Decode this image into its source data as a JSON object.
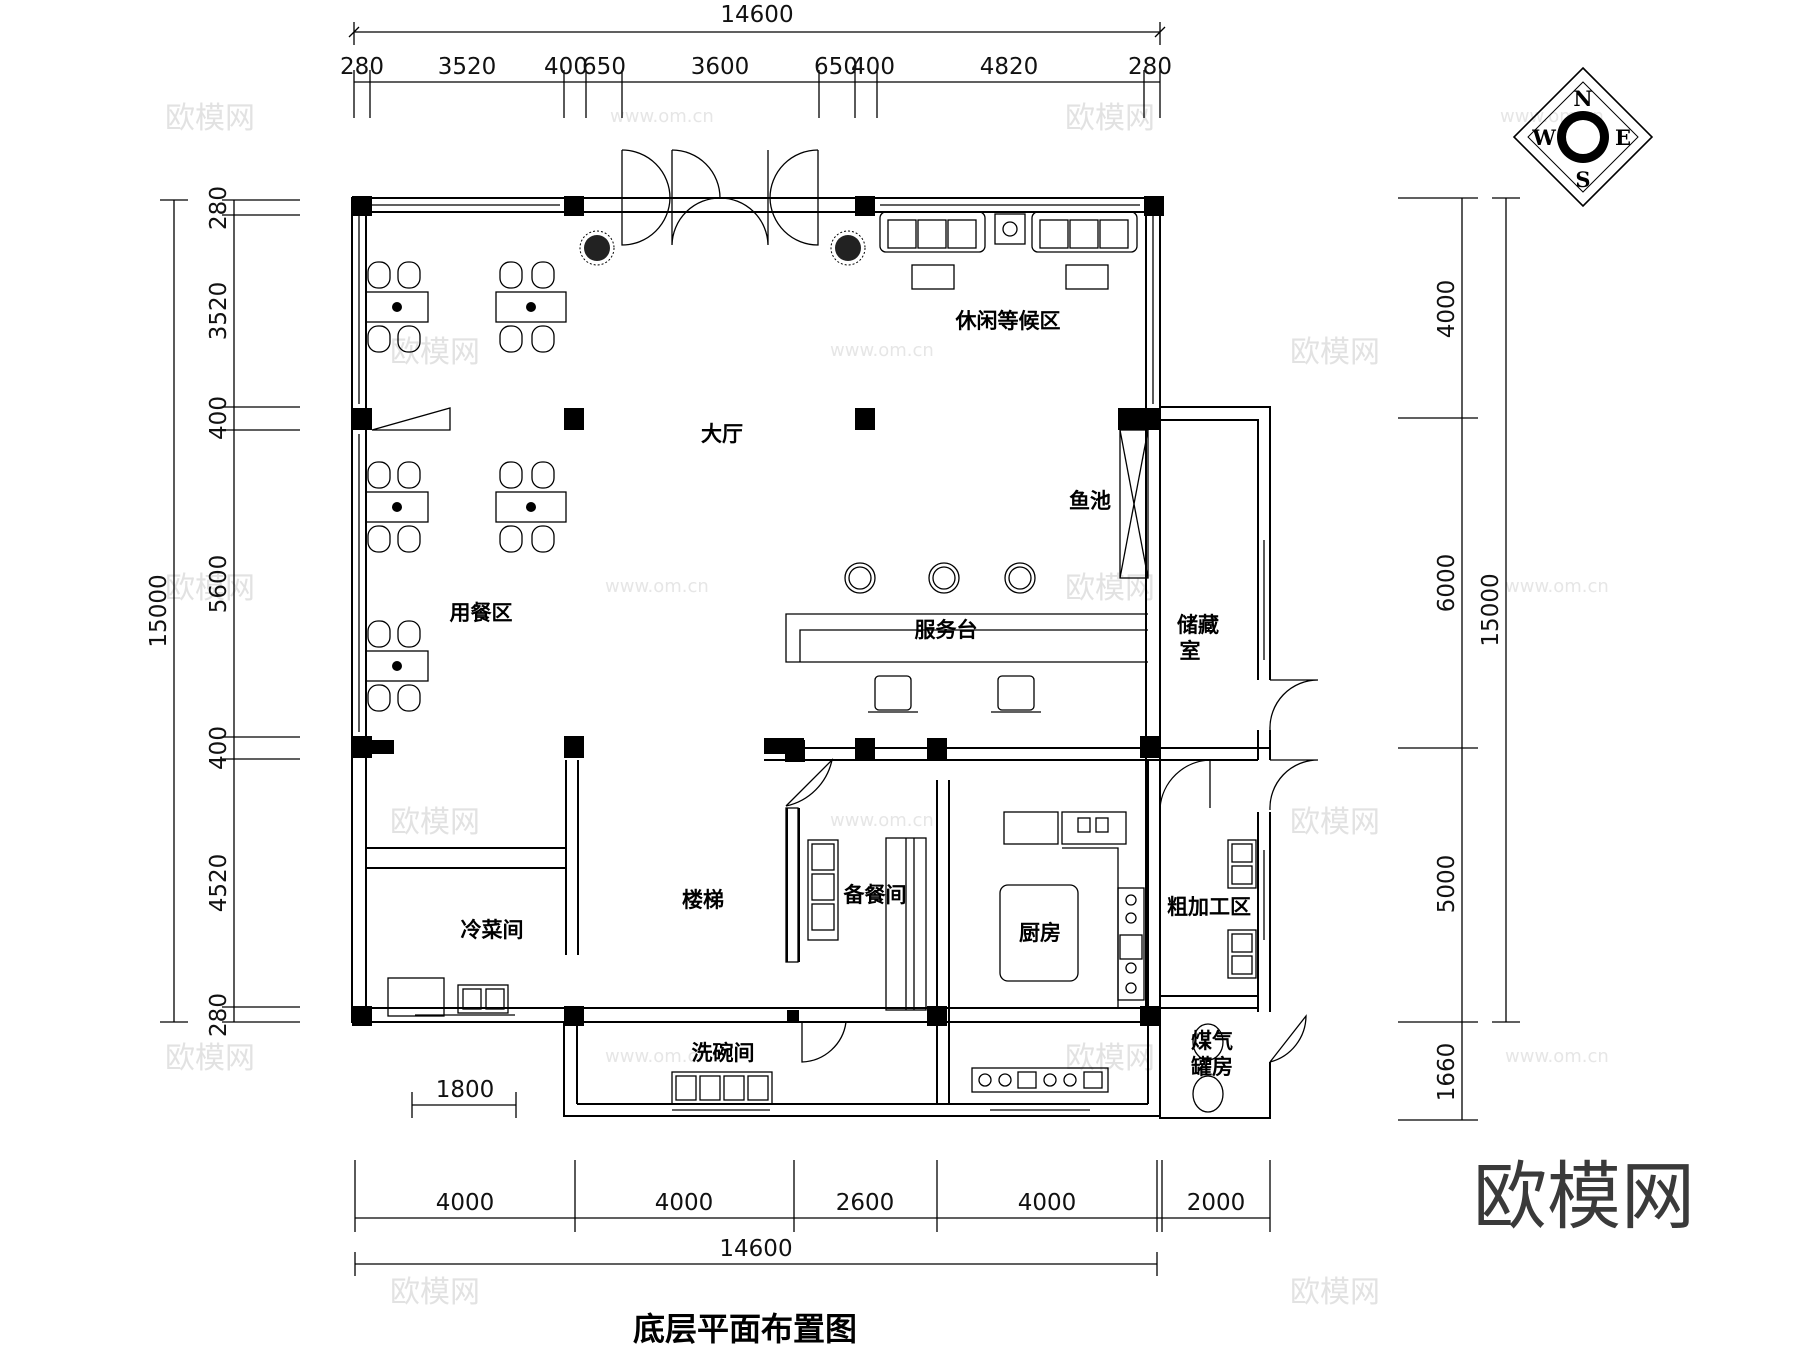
{
  "drawing": {
    "title": "底层平面布置图",
    "logo_text": "欧模网",
    "watermark_text": "欧模网",
    "watermark_url": "www.om.cn"
  },
  "compass": {
    "n": "N",
    "e": "E",
    "s": "S",
    "w": "W"
  },
  "rooms": {
    "lounge": "休闲等候区",
    "lobby": "大厅",
    "dining": "用餐区",
    "fishpond": "鱼池",
    "service": "服务台",
    "storage_1": "储藏",
    "storage_2": "室",
    "cold_dish": "冷菜间",
    "stairs": "楼梯",
    "pantry": "备餐间",
    "kitchen": "厨房",
    "rough_processing": "粗加工区",
    "dishwashing": "洗碗间",
    "gas_1": "煤气",
    "gas_2": "罐房"
  },
  "dimensions": {
    "top_total": "14600",
    "top_segments": [
      "280",
      "3520",
      "400",
      "650",
      "3600",
      "650",
      "400",
      "4820",
      "280"
    ],
    "left_total": "15000",
    "left_segments": [
      "280",
      "3520",
      "400",
      "5600",
      "400",
      "4520",
      "280"
    ],
    "right_total": "15000",
    "right_segments": [
      "4000",
      "6000",
      "5000",
      "1660"
    ],
    "bottom_segments": [
      "4000",
      "4000",
      "2600",
      "4000",
      "2000"
    ],
    "bottom_total": "14600",
    "window_width": "1800"
  },
  "colors": {
    "line": "#000000",
    "watermark": "#e2e2e2",
    "logo": "#3a3a3a"
  }
}
